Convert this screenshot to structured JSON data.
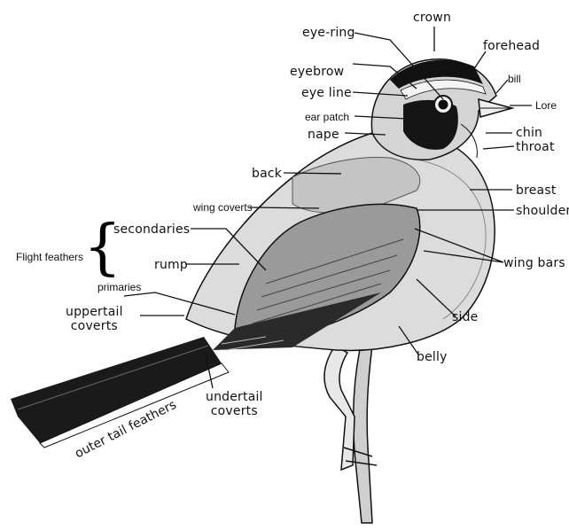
{
  "labels": {
    "crown": "crown",
    "forehead": "forehead",
    "bill": "bill",
    "lore": "Lore",
    "eye_ring": "eye-ring",
    "eyebrow": "eyebrow",
    "eye_line": "eye line",
    "ear_patch": "ear patch",
    "nape": "nape",
    "chin": "chin",
    "throat": "throat",
    "back": "back",
    "breast": "breast",
    "shoulder": "shoulder",
    "wing_coverts": "wing coverts",
    "secondaries": "secondaries",
    "flight_feathers": "Flight feathers",
    "rump": "rump",
    "wing_bars": "wing bars",
    "primaries": "primaries",
    "uppertail_coverts": "uppertail\ncoverts",
    "side": "side",
    "belly": "belly",
    "undertail_coverts": "undertail\ncoverts",
    "outer_tail_feathers": "outer tail feathers"
  },
  "colors": {
    "ink": "#111111",
    "bird_light": "#d8d8d8",
    "bird_mid": "#9a9a9a",
    "bird_dark": "#1a1a1a"
  }
}
